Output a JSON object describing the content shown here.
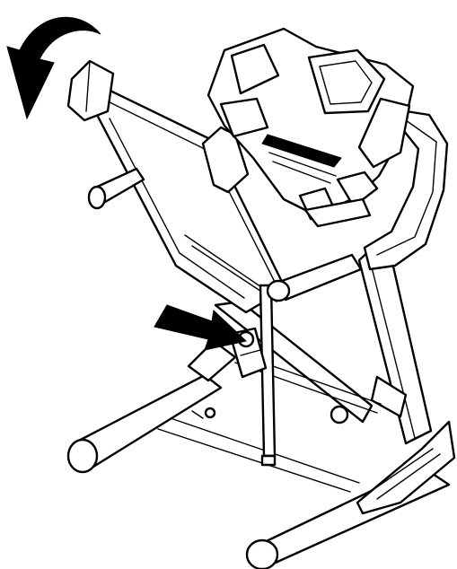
{
  "figure": {
    "subject": "treadmill-folding",
    "parts": [
      "fold-direction-arrow-icon",
      "indicator-arrow-icon",
      "walking-deck",
      "console",
      "console-display",
      "handrails",
      "uprights",
      "base-frame",
      "lift-assist-cylinder",
      "latch-knob"
    ],
    "colors": {
      "ink": "#000000",
      "paper": "#ffffff"
    }
  }
}
